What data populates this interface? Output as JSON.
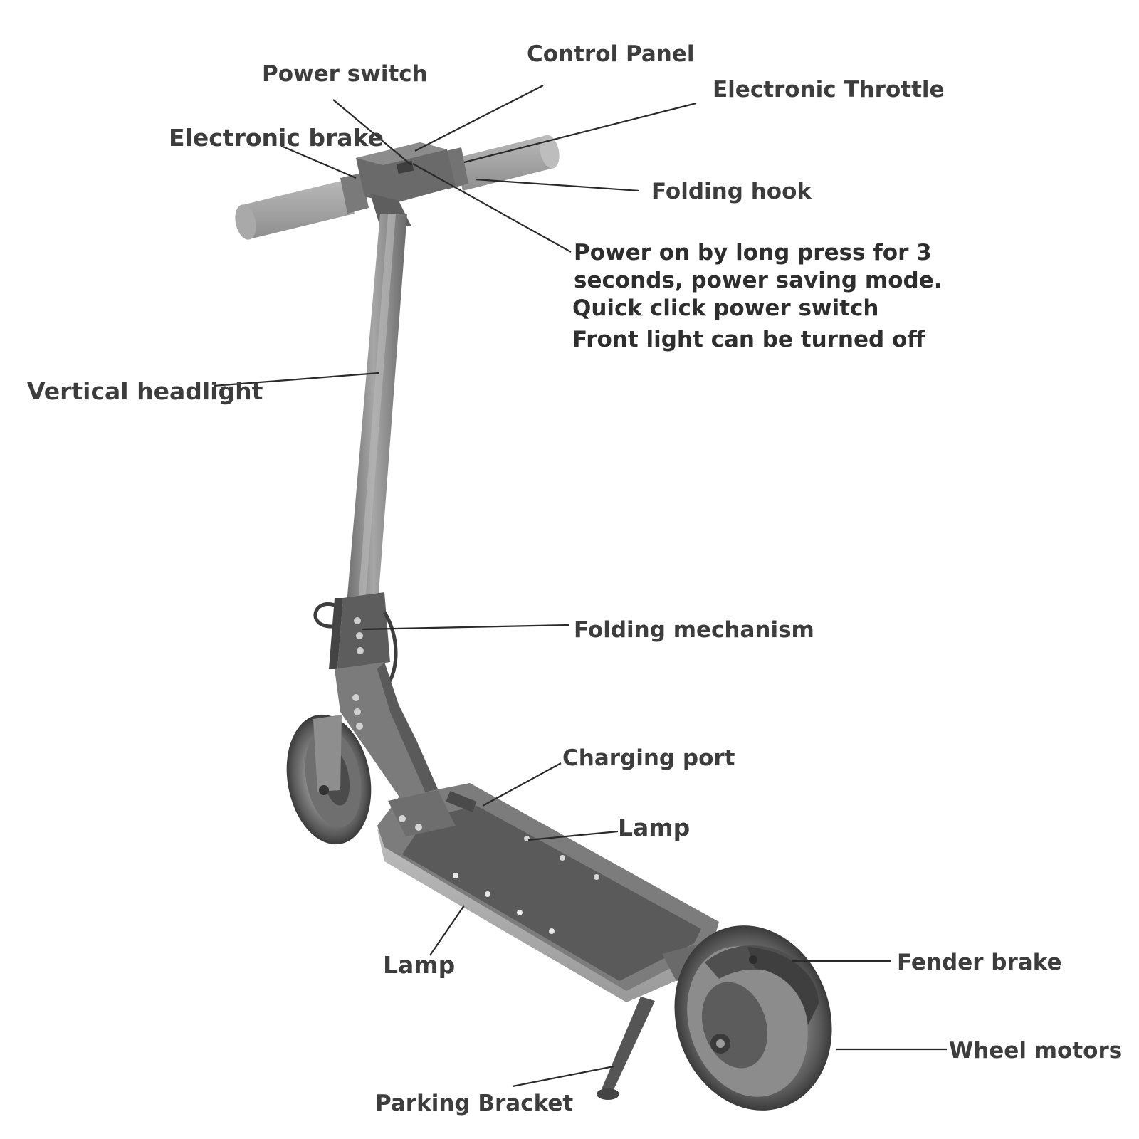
{
  "labels": {
    "control_panel": "Control Panel",
    "power_switch": "Power switch",
    "electronic_throttle": "Electronic Throttle",
    "electronic_brake": "Electronic brake",
    "folding_hook": "Folding hook",
    "vertical_headlight": "Vertical headlight",
    "folding_mechanism": "Folding mechanism",
    "charging_port": "Charging port",
    "lamp_deck": "Lamp",
    "lamp_side": "Lamp",
    "fender_brake": "Fender brake",
    "wheel_motors": "Wheel motors",
    "parking_bracket": "Parking Bracket"
  },
  "note": {
    "line1": "Power on by long press for 3",
    "line2": "seconds, power saving mode.",
    "line3": "Quick click power switch",
    "line4": "Front light can be turned off"
  },
  "colors": {
    "text": "#3d3d3d",
    "leader": "#2a2a2a",
    "scooter_body": "#8a8a8a",
    "scooter_dark": "#4a4a4a",
    "deck": "#5b5b5b"
  }
}
